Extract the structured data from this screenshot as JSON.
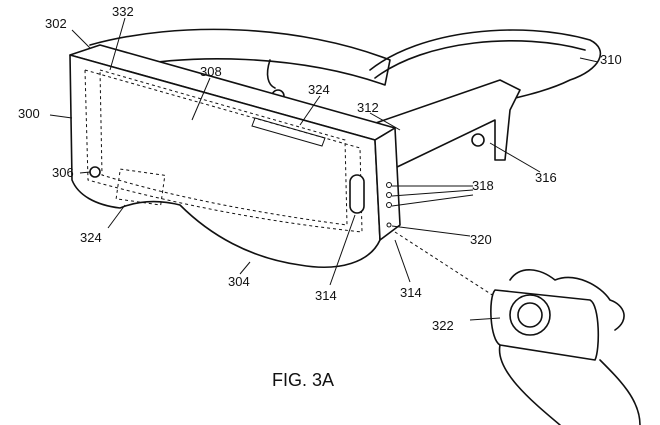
{
  "figure": {
    "caption": "FIG. 3A",
    "labels": {
      "l302": "302",
      "l332": "332",
      "l308": "308",
      "l324a": "324",
      "l310": "310",
      "l300": "300",
      "l312": "312",
      "l306": "306",
      "l316": "316",
      "l318": "318",
      "l320": "320",
      "l324b": "324",
      "l304": "304",
      "l314a": "314",
      "l314b": "314",
      "l322": "322"
    }
  }
}
